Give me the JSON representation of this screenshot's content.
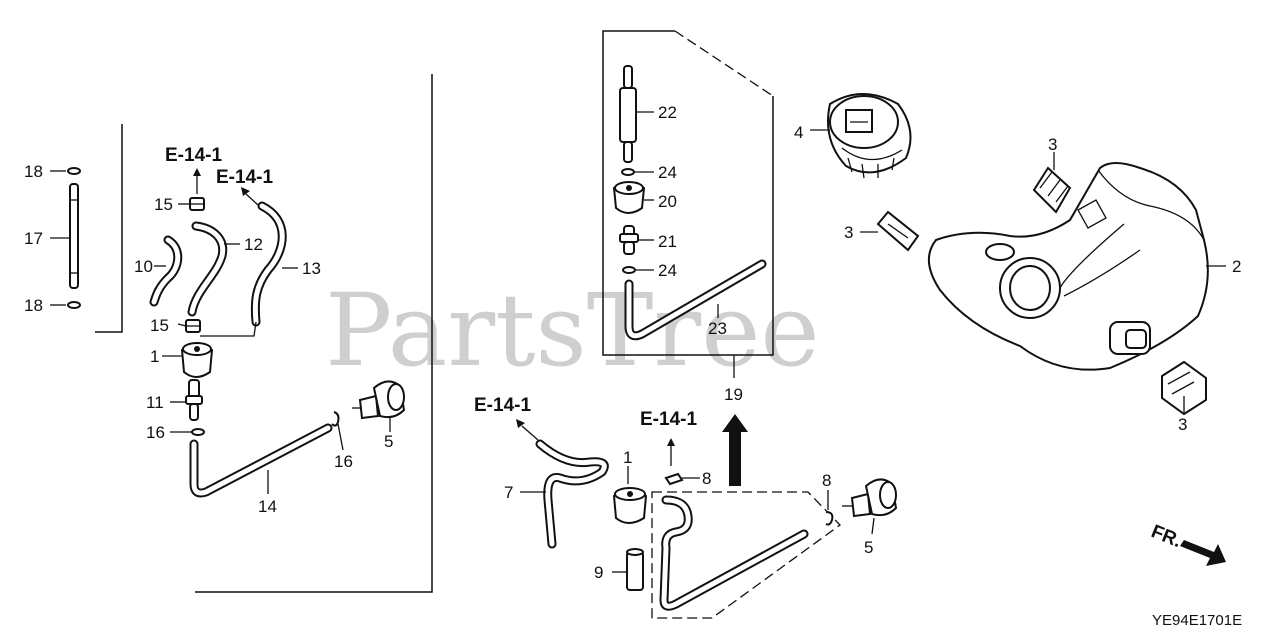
{
  "watermark": "PartsTree",
  "diagram_code": "YE94E1701E",
  "direction_label": "FR.",
  "reference_label": "E-14-1",
  "callouts": {
    "c18a": "18",
    "c17": "17",
    "c18b": "18",
    "c15a": "15",
    "c10": "10",
    "c12": "12",
    "c13": "13",
    "c15b": "15",
    "c1a": "1",
    "c11": "11",
    "c16a": "16",
    "c16b": "16",
    "c5a": "5",
    "c14": "14",
    "c22": "22",
    "c24a": "24",
    "c20": "20",
    "c21": "21",
    "c24b": "24",
    "c23": "23",
    "c19": "19",
    "c4": "4",
    "c3a": "3",
    "c3b": "3",
    "c2": "2",
    "c3c": "3",
    "c7": "7",
    "c1b": "1",
    "c8a": "8",
    "c9": "9",
    "c8b": "8",
    "c5b": "5"
  }
}
